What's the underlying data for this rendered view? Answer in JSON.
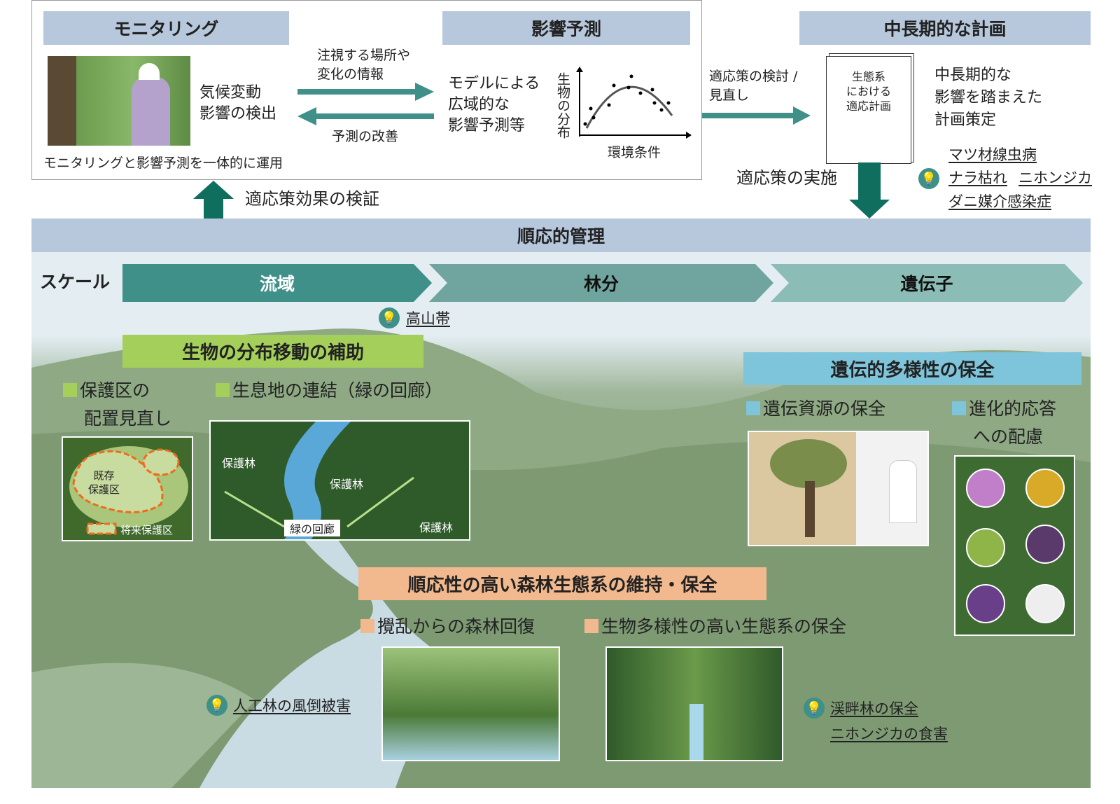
{
  "top": {
    "monitoring": {
      "title": "モニタリング",
      "text": [
        "気候変動",
        "影響の検出"
      ],
      "caption": "モニタリングと影響予測を一体的に運用"
    },
    "arrows": {
      "forward": [
        "注視する場所や",
        "変化の情報"
      ],
      "back": "予測の改善"
    },
    "prediction": {
      "title": "影響予測",
      "text": [
        "モデルによる",
        "広域的な",
        "影響予測等"
      ],
      "chart_ylabel": "生物の分布",
      "chart_xlabel": "環境条件"
    },
    "review": [
      "適応策の検討 /",
      "見直し"
    ],
    "plan": {
      "title": "中長期的な計画",
      "doc": [
        "生態系",
        "における",
        "適応計画"
      ],
      "text": [
        "中長期的な",
        "影響を踏まえた",
        "計画策定"
      ]
    },
    "links": [
      "マツ材線虫病",
      "ナラ枯れ",
      "ニホンジカ",
      "ダニ媒介感染症"
    ],
    "implement": "適応策の実施",
    "verify": "適応策効果の検証"
  },
  "banner": "順応的管理",
  "scale": {
    "label": "スケール",
    "items": [
      "流域",
      "林分",
      "遺伝子"
    ]
  },
  "alpine": "高山帯",
  "distribution": {
    "title": "生物の分布移動の補助",
    "item1": [
      "保護区の",
      "配置見直し"
    ],
    "item2": "生息地の連結（緑の回廊）",
    "map": {
      "existing": [
        "既存",
        "保護区"
      ],
      "future": "将来保護区"
    },
    "corridor": {
      "labels": [
        "保護林",
        "保護林",
        "保護林"
      ],
      "corridor": "緑の回廊"
    }
  },
  "genetic": {
    "title": "遺伝的多様性の保全",
    "item1": "遺伝資源の保全",
    "item2": [
      "進化的応答",
      "への配慮"
    ]
  },
  "resilient": {
    "title": "順応性の高い森林生態系の維持・保全",
    "item1": "攪乱からの森林回復",
    "item2": "生物多様性の高い生態系の保全"
  },
  "notes": {
    "plantation": "人工林の風倒被害",
    "riparian": "渓畔林の保全",
    "deer": "ニホンジカの食害"
  },
  "colors": {
    "header": "#b7c8dd",
    "teal": "#3f9089",
    "green": "#a4cf5b",
    "blue": "#7ec4da",
    "orange": "#f2b98f"
  }
}
